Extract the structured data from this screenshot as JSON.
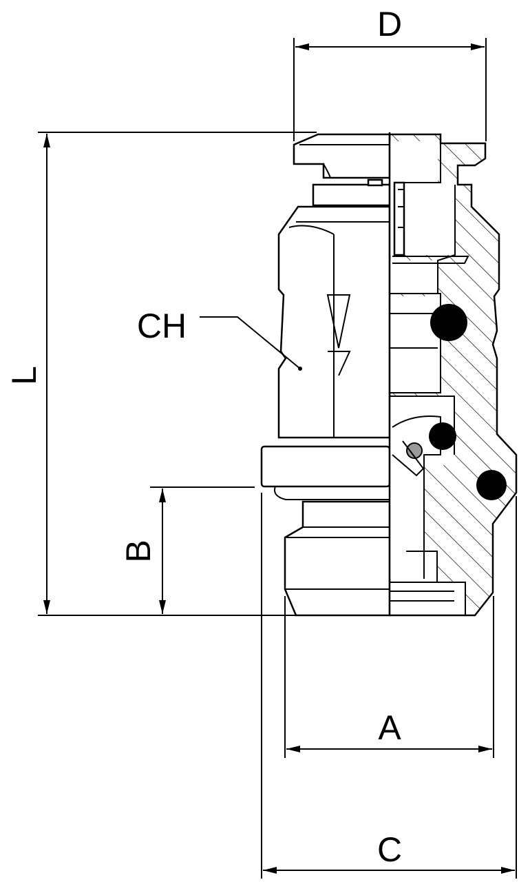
{
  "diagram": {
    "dimension_labels": {
      "D": "D",
      "L": "L",
      "CH": "CH",
      "B": "B",
      "A": "A",
      "C": "C"
    },
    "colors": {
      "stroke": "#000000",
      "background": "#ffffff",
      "seal_fill": "#000000",
      "ball_fill": "#999999"
    }
  }
}
